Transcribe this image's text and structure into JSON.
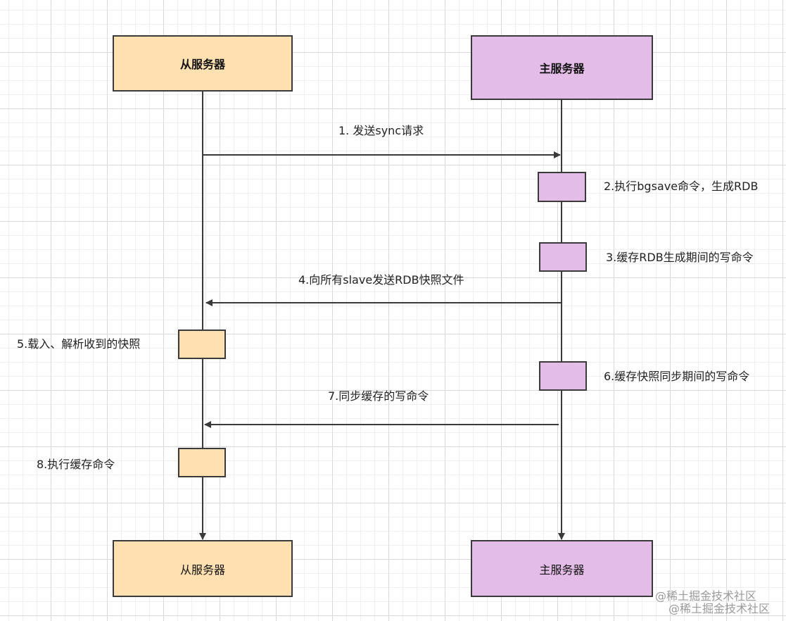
{
  "participants": {
    "slave_top": "从服务器",
    "master_top": "主服务器",
    "slave_bottom": "从服务器",
    "master_bottom": "主服务器"
  },
  "steps": {
    "s1": "1. 发送sync请求",
    "s2": "2.执行bgsave命令，生成RDB",
    "s3": "3.缓存RDB生成期间的写命令",
    "s4": "4.向所有slave发送RDB快照文件",
    "s5": "5.载入、解析收到的快照",
    "s6": "6.缓存快照同步期间的写命令",
    "s7": "7.同步缓存的写命令",
    "s8": "8.执行缓存命令"
  },
  "watermark": {
    "line1": "@稀土掘金技术社区",
    "line2": "@稀土掘金技术社区"
  },
  "colors": {
    "slave_fill": "#ffe0b0",
    "master_fill": "#e3bce7",
    "line": "#3a3a3a"
  }
}
